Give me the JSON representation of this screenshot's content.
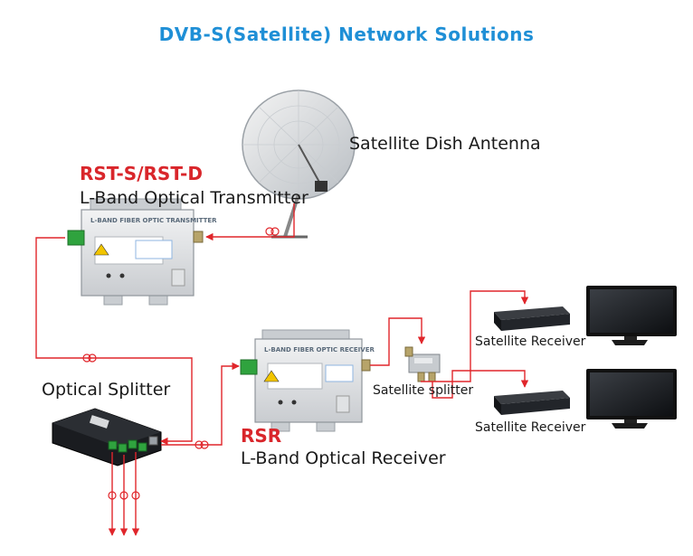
{
  "title": "DVB-S(Satellite) Network Solutions",
  "labels": {
    "dish": "Satellite Dish Antenna",
    "transmitter_model": "RST-S/RST-D",
    "transmitter": "L-Band Optical Transmitter",
    "splitter_optical": "Optical Splitter",
    "receiver_model": "RSR",
    "receiver": "L-Band Optical Receiver",
    "sat_splitter": "Satellite splitter",
    "sat_receiver_1": "Satellite Receiver",
    "sat_receiver_2": "Satellite Receiver"
  },
  "device_text": {
    "transmitter_panel": "L-BAND FIBER OPTIC TRANSMITTER",
    "receiver_panel": "L-BAND FIBER OPTIC RECEIVER"
  },
  "colors": {
    "title": "#1f8fd6",
    "model": "#d9262b",
    "link": "#e0262b"
  }
}
